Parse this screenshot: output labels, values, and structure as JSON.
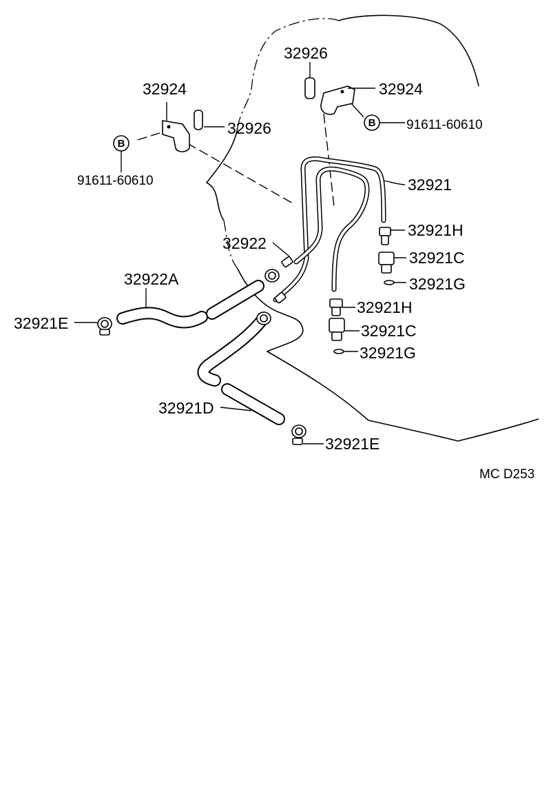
{
  "diagram": {
    "reference_code": "MC  D253",
    "circle_marker": "B",
    "labels": {
      "bracket_left": "32924",
      "bracket_right": "32924",
      "grommet_left": "32926",
      "grommet_top": "32926",
      "bolt_left": "91611-60610",
      "bolt_right": "91611-60610",
      "pipe_main": "32921",
      "pipe_short": "32922",
      "hose_a": "32922A",
      "clamp_left": "32921E",
      "clamp_bottom": "32921E",
      "union_h_upper": "32921H",
      "union_c_upper": "32921C",
      "gasket_g_upper": "32921G",
      "union_h_lower": "32921H",
      "union_c_lower": "32921C",
      "gasket_g_lower": "32921G",
      "hose_d": "32921D"
    }
  }
}
